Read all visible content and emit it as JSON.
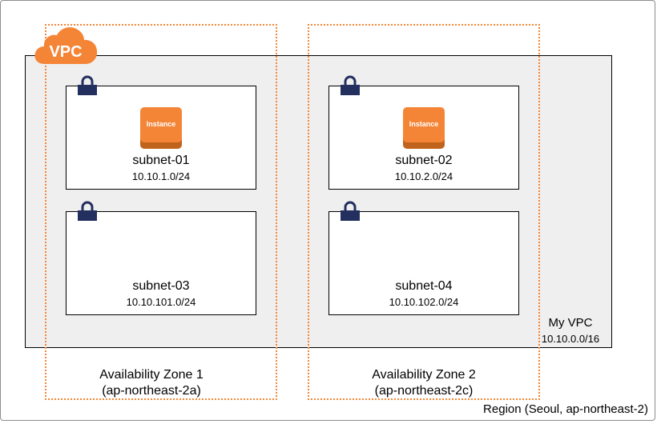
{
  "region": {
    "label": "Region (Seoul, ap-northeast-2)"
  },
  "vpc": {
    "badge": "VPC",
    "name": "My VPC",
    "cidr": "10.10.0.0/16"
  },
  "zones": [
    {
      "label": "Availability Zone 1",
      "id": "(ap-northeast-2a)"
    },
    {
      "label": "Availability Zone 2",
      "id": "(ap-northeast-2c)"
    }
  ],
  "subnets": [
    {
      "name": "subnet-01",
      "cidr": "10.10.1.0/24",
      "instance": "Instance"
    },
    {
      "name": "subnet-02",
      "cidr": "10.10.2.0/24",
      "instance": "Instance"
    },
    {
      "name": "subnet-03",
      "cidr": "10.10.101.0/24"
    },
    {
      "name": "subnet-04",
      "cidr": "10.10.102.0/24"
    }
  ],
  "colors": {
    "accent": "#f58536",
    "lock": "#232f5e",
    "vpc_fill": "#efefef"
  },
  "icons": {
    "vpc": "vpc-cloud-icon",
    "lock": "lock-icon",
    "instance": "ec2-instance-icon"
  }
}
